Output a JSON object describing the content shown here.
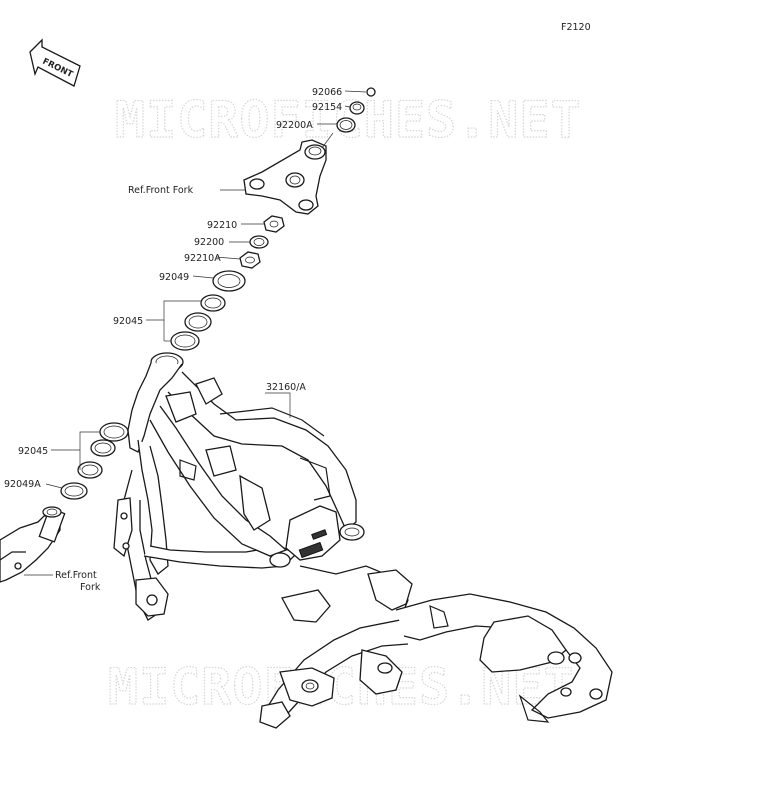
{
  "figure_code": "F2120",
  "front_label": "FRONT",
  "watermark": {
    "top": "MICROFICHES.NET",
    "bottom": "MICROFICHES.NET"
  },
  "ref_labels": {
    "front_fork_top": "Ref.Front Fork",
    "front_fork_bottom_line1": "Ref.Front",
    "front_fork_bottom_line2": "Fork"
  },
  "part_numbers": {
    "p92066": "92066",
    "p92154": "92154",
    "p92200A": "92200A",
    "p92210": "92210",
    "p92200": "92200",
    "p92210A": "92210A",
    "p92049": "92049",
    "p92045_top": "92045",
    "p32160A": "32160/A",
    "p92045_bottom": "92045",
    "p92049A": "92049A"
  }
}
